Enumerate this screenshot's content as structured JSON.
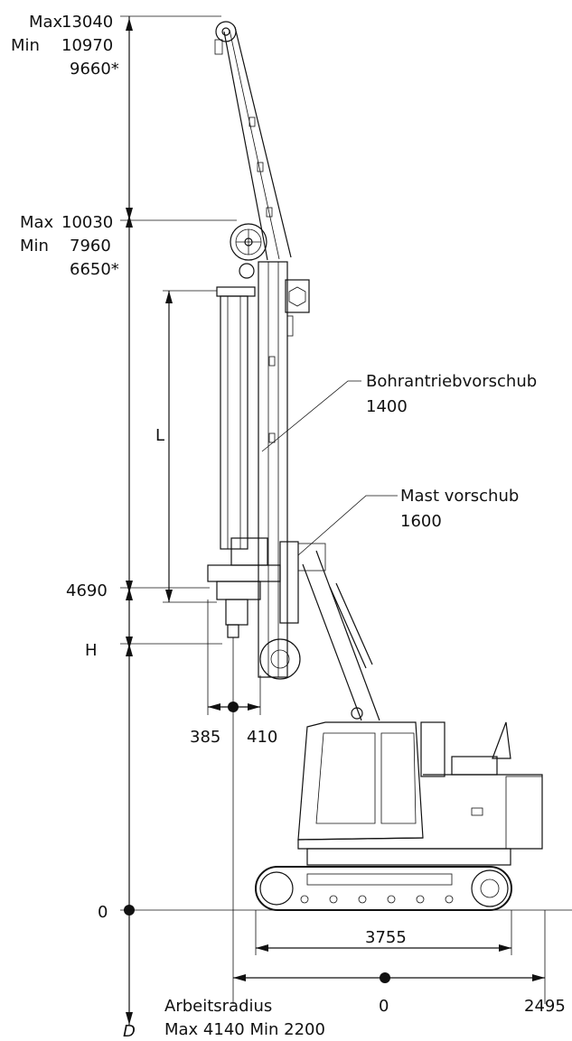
{
  "top": {
    "max_label": "Max",
    "max_value": "13040",
    "min_label": "Min",
    "min_value": "10970",
    "alt_value": "9660*"
  },
  "middle": {
    "max_label": "Max",
    "max_value": "10030",
    "min_label": "Min",
    "min_value": "7960",
    "alt_value": "6650*"
  },
  "left_dims": {
    "l_label": "L",
    "val_4690": "4690",
    "h_label": "H",
    "zero": "0",
    "d_label": "D"
  },
  "head_dims": {
    "left": "385",
    "right": "410"
  },
  "callouts": {
    "bohr_title": "Bohrantriebvorschub",
    "bohr_value": "1400",
    "mast_title": "Mast vorschub",
    "mast_value": "1600"
  },
  "bottom": {
    "track_length": "3755",
    "arbeitsradius": "Arbeitsradius",
    "radius_values": "Max 4140  Min 2200",
    "center_zero": "0",
    "right_value": "2495"
  }
}
